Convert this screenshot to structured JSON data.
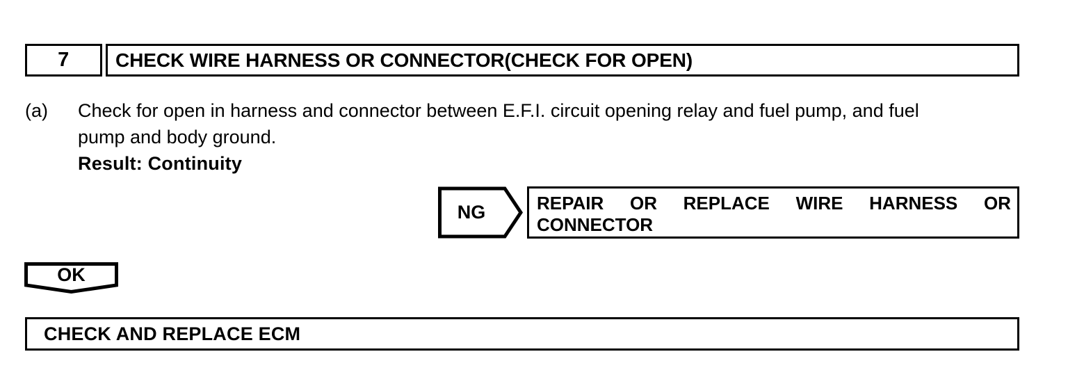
{
  "document": {
    "type": "diagnostic-troubleshooting-flowchart"
  },
  "step_header": {
    "number": "7",
    "title": "CHECK WIRE HARNESS OR CONNECTOR(CHECK FOR OPEN)"
  },
  "procedure": {
    "marker": "(a)",
    "lines": [
      "Check for open in harness and connector between E.F.I. circuit opening relay and fuel pump, and fuel",
      "pump and body ground."
    ],
    "result_label": "Result: Continuity"
  },
  "ng_branch": {
    "tag": "NG",
    "action_line_1_words": [
      "REPAIR",
      "OR",
      "REPLACE",
      "WIRE",
      "HARNESS",
      "OR"
    ],
    "action_line_2": "CONNECTOR"
  },
  "ok_branch": {
    "tag": "OK",
    "action": "CHECK AND REPLACE ECM"
  },
  "colors": {
    "ink": "#000000",
    "paper": "#ffffff"
  }
}
